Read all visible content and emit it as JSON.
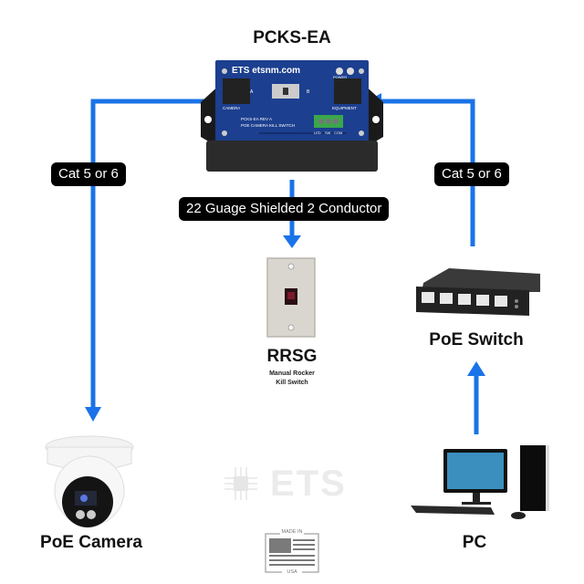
{
  "diagram": {
    "devices": {
      "kill_switch_box": {
        "label": "PCKS-EA",
        "brand_text": "ETS etsnm.com",
        "port_a_label": "CAMERA",
        "port_b_label": "EQUIPMENT",
        "power_label": "POWER",
        "board_line1": "PCKS-EA  REV A",
        "board_line2": "POE CAMERA KILL SWITCH",
        "terminal_labels": [
          "LED",
          "SW",
          "COM"
        ],
        "switch_letters": [
          "A",
          "B"
        ]
      },
      "rocker_switch": {
        "label": "RRSG",
        "caption_line1": "Manual Rocker",
        "caption_line2": "Kill Switch"
      },
      "poe_switch": {
        "label": "PoE Switch"
      },
      "poe_camera": {
        "label": "PoE Camera"
      },
      "pc": {
        "label": "PC"
      }
    },
    "connections": {
      "left_cable": "Cat 5 or 6",
      "right_cable": "Cat 5 or 6",
      "center_cable": "22 Guage Shielded 2 Conductor"
    },
    "watermark": {
      "logo_text": "ETS",
      "made_in_top": "MADE IN",
      "made_in_bottom": "USA"
    },
    "colors": {
      "wire": "#1a73e8",
      "board": "#1c3f8f",
      "label_bg": "#000000"
    }
  }
}
